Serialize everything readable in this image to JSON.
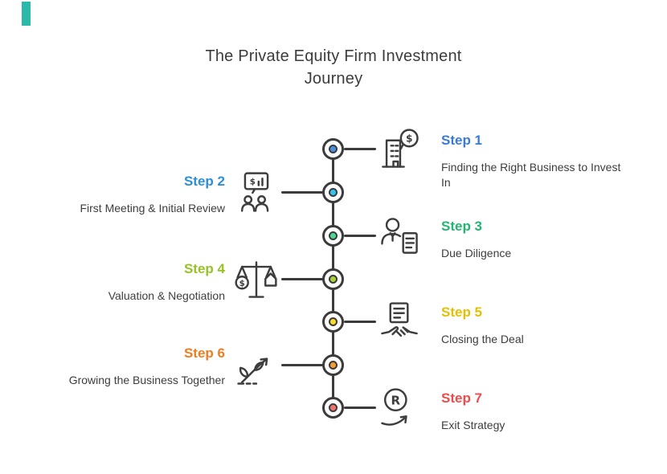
{
  "accent_color": "#2BB9A9",
  "timeline_color": "#3b3b3b",
  "title": {
    "line1": "The Private Equity Firm Investment",
    "line2": "Journey"
  },
  "icons": [
    "building-dollar-search-icon",
    "presentation-people-icon",
    "person-document-icon",
    "valuation-scale-icon",
    "contract-handshake-icon",
    "growth-plant-arrow-icon",
    "registered-exit-arrow-icon"
  ],
  "steps": [
    {
      "label": "Step 1",
      "desc": "Finding the Right Business to Invest In",
      "label_color": "#3A7BD5",
      "node_color": "#4A90E2"
    },
    {
      "label": "Step 2",
      "desc": "First Meeting & Initial Review",
      "label_color": "#2D8FD5",
      "node_color": "#35C4F0"
    },
    {
      "label": "Step 3",
      "desc": "Due Diligence",
      "label_color": "#22B573",
      "node_color": "#4CD88F"
    },
    {
      "label": "Step 4",
      "desc": "Valuation & Negotiation",
      "label_color": "#97C225",
      "node_color": "#A3D53B"
    },
    {
      "label": "Step 5",
      "desc": "Closing the Deal",
      "label_color": "#E3C004",
      "node_color": "#F5DC2B"
    },
    {
      "label": "Step 6",
      "desc": "Growing the Business Together",
      "label_color": "#ED7D22",
      "node_color": "#F59B33"
    },
    {
      "label": "Step 7",
      "desc": "Exit Strategy",
      "label_color": "#EE4B4B",
      "node_color": "#F4726D"
    }
  ]
}
